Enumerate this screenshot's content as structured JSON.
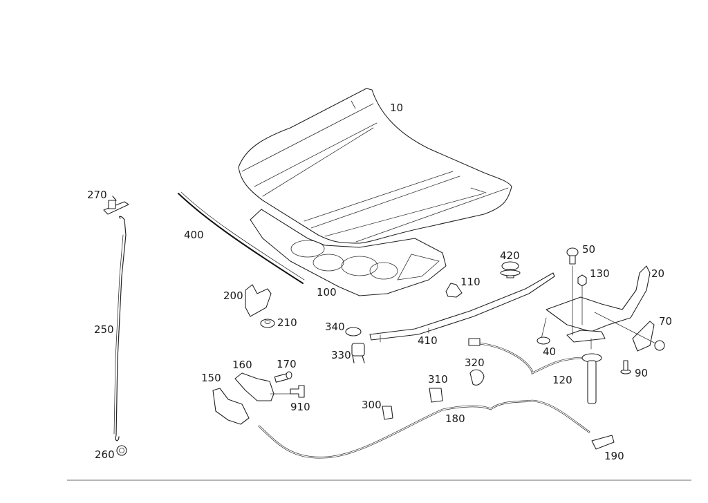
{
  "diagram": {
    "title": "Hood (bonnet) assembly exploded parts diagram",
    "parts": [
      {
        "id": "10",
        "label": "10",
        "name": "hood-panel"
      },
      {
        "id": "20",
        "label": "20",
        "name": "hood-hinge"
      },
      {
        "id": "40",
        "label": "40",
        "name": "washer"
      },
      {
        "id": "50",
        "label": "50",
        "name": "bolt"
      },
      {
        "id": "70",
        "label": "70",
        "name": "hinge-bracket"
      },
      {
        "id": "90",
        "label": "90",
        "name": "clip-fastener"
      },
      {
        "id": "100",
        "label": "100",
        "name": "insulation-mat"
      },
      {
        "id": "110",
        "label": "110",
        "name": "retaining-clip"
      },
      {
        "id": "120",
        "label": "120",
        "name": "gas-strut-with-cable"
      },
      {
        "id": "130",
        "label": "130",
        "name": "nut"
      },
      {
        "id": "150",
        "label": "150",
        "name": "hood-lock"
      },
      {
        "id": "160",
        "label": "160",
        "name": "lock-bracket"
      },
      {
        "id": "170",
        "label": "170",
        "name": "screw"
      },
      {
        "id": "180",
        "label": "180",
        "name": "release-cable"
      },
      {
        "id": "190",
        "label": "190",
        "name": "release-handle"
      },
      {
        "id": "200",
        "label": "200",
        "name": "support-bracket"
      },
      {
        "id": "210",
        "label": "210",
        "name": "flange-nut"
      },
      {
        "id": "250",
        "label": "250",
        "name": "prop-rod"
      },
      {
        "id": "260",
        "label": "260",
        "name": "grommet"
      },
      {
        "id": "270",
        "label": "270",
        "name": "rod-holder"
      },
      {
        "id": "300",
        "label": "300",
        "name": "cable-clip"
      },
      {
        "id": "310",
        "label": "310",
        "name": "cable-holder"
      },
      {
        "id": "320",
        "label": "320",
        "name": "cable-bracket"
      },
      {
        "id": "330",
        "label": "330",
        "name": "buffer-stop"
      },
      {
        "id": "340",
        "label": "340",
        "name": "buffer-washer"
      },
      {
        "id": "400",
        "label": "400",
        "name": "seal-strip"
      },
      {
        "id": "410",
        "label": "410",
        "name": "front-seal"
      },
      {
        "id": "420",
        "label": "420",
        "name": "expanding-rivet"
      },
      {
        "id": "910",
        "label": "910",
        "name": "cable-connector"
      }
    ]
  }
}
